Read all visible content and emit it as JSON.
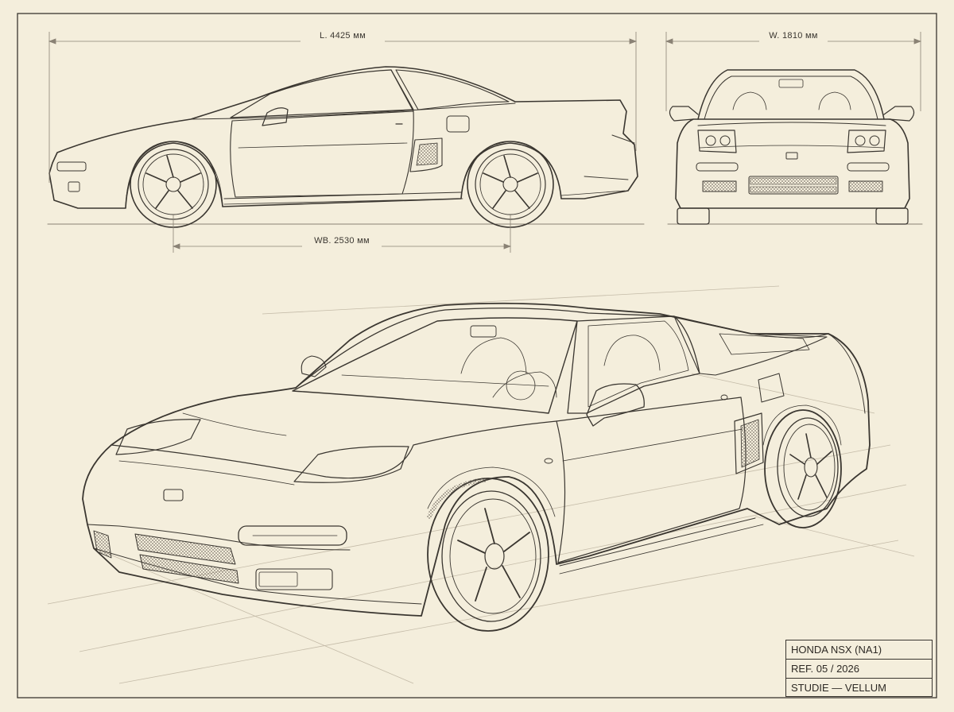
{
  "dimensions": {
    "length_label": "L. 4425 мм",
    "width_label": "W. 1810 мм",
    "wheelbase_label": "WB. 2530 мм"
  },
  "title_block": {
    "model": "HONDA NSX (NA1)",
    "reference": "REF. 05 / 2026",
    "studio": "STUDIE — VELLUM"
  },
  "colors": {
    "paper": "#f4eedc",
    "ink": "#3a3630",
    "faint_ink": "#b9b1a0"
  }
}
